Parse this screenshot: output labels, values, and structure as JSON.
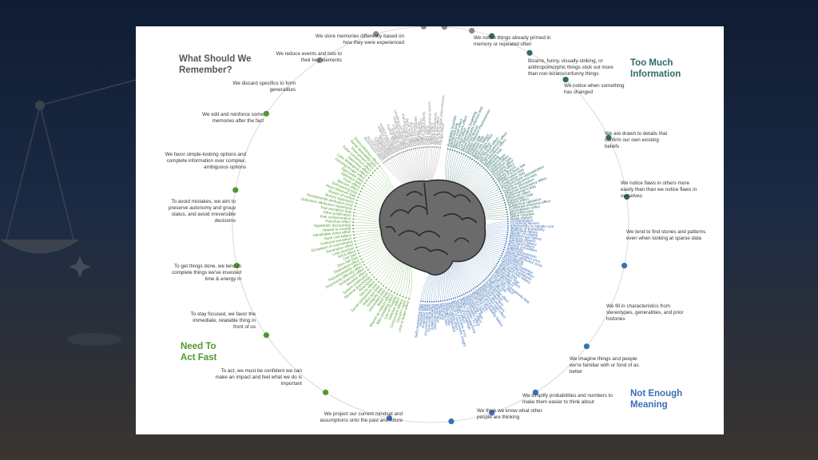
{
  "colors": {
    "remember": "#8a8a8a",
    "too_much": "#2e6b6b",
    "not_enough": "#3b6fb4",
    "act_fast": "#4f9a2e"
  },
  "quadrants": {
    "remember": "What Should We Remember?",
    "too_much": "Too Much Information",
    "not_enough": "Not Enough Meaning",
    "act_fast": "Need To Act Fast"
  },
  "categories": {
    "tm1": "We notice things already primed in memory or repeated often",
    "tm2": "Bizarre, funny, visually-striking, or anthropomorphic things stick out more than non-bizarre/unfunny things",
    "tm3": "We notice when something has changed",
    "tm4": "We are drawn to details that confirm our own existing beliefs",
    "tm5": "We notice flaws in others more easily than than we notice flaws in ourselves",
    "ne1": "We tend to find stories and patterns even when looking at sparse data",
    "ne2": "We fill in characteristics from stereotypes, generalities, and prior histories",
    "ne3": "We imagine things and people we're familiar with or fond of as better",
    "ne4": "We simplify probabilities and numbers to make them easier to think about",
    "ne5": "We think we know what other people are thinking",
    "ne6": "We project our current mindset and assumptions onto the past and future",
    "af1": "To act, we must be confident we can make an impact and feel what we do is important",
    "af2": "To stay focused, we favor the immediate, relatable thing in front of us",
    "af3": "To get things done, we tend to complete things we've invested time & energy in",
    "af4": "To avoid mistakes, we aim to preserve autonomy and group status, and avoid irreversible decisions",
    "af5": "We favor simple-looking options and complete information over complex, ambiguous options",
    "wr1": "We edit and reinforce some memories after the fact",
    "wr2": "We discard specifics to form generalities",
    "wr3": "We reduce events and lists to their key elements",
    "wr4": "We store memories differently based on how they were experienced"
  },
  "bias_samples": {
    "act_fast": [
      "Less-is-better effect",
      "Occam's razor",
      "Conjunction fallacy",
      "Delmore effect",
      "Law of Triviality",
      "Bike-shedding effect",
      "Rhyme as reason effect",
      "Belief bias",
      "Information bias",
      "Ambiguity bias",
      "Status quo bias",
      "Social comparison bias",
      "Decoy effect",
      "Reactance",
      "Reverse psychology",
      "System justification",
      "Backfire effect",
      "Endowment effect",
      "Processing difficulty effect",
      "Pseudocertainty effect",
      "Disposition effect",
      "Zero-risk bias",
      "Unit bias",
      "IKEA effect",
      "Loss aversion",
      "Generation effect",
      "Escalation of commitment",
      "Irrational escalation",
      "Sunk cost fallacy",
      "Identifiable victim effect",
      "Appeal to novelty",
      "Hyperbolic discounting",
      "Peltzman effect",
      "Risk compensation",
      "Effort justification",
      "Trait ascription bias",
      "Defensive attribution hypothesis",
      "Fundamental attribution error",
      "Illusory superiority",
      "Illusion of control",
      "Actor-observer bias",
      "Self-serving bias",
      "Barnum effect",
      "Forer effect",
      "Optimism bias",
      "Egocentric bias",
      "Dunning-Kruger effect",
      "Lake Wobegone effect",
      "Hard-easy effect",
      "False consensus effect",
      "Third-person effect",
      "Social desirability bias",
      "Overconfidence effect"
    ],
    "too_much": [
      "Availability heuristic",
      "Attentional bias",
      "Illusory truth effect",
      "Mere exposure effect",
      "Context effect",
      "Cue-dependent forgetting",
      "Mood-congruent memory bias",
      "Frequency illusion",
      "Baader-Meinhof Phenomenon",
      "Empathy gap",
      "Omission bias",
      "Base rate fallacy",
      "Bizarreness effect",
      "Humor effect",
      "Von Restorff effect",
      "Picture superiority effect",
      "Self-relevance effect",
      "Negativity bias",
      "Anchoring",
      "Conservatism",
      "Contrast effect",
      "Distinction bias",
      "Focusing effect",
      "Framing effect",
      "Money illusion",
      "Weber-Fechner law",
      "Confirmation bias",
      "Congruence bias",
      "Post-purchase rationalization",
      "Choice-supportive bias",
      "Selective perception",
      "Observer-expectancy effect",
      "Experimenter's bias",
      "Observer effect",
      "Expectation bias",
      "Ostrich effect",
      "Subjective validation",
      "Continued influence effect",
      "Semmelweis reflex",
      "Bias blind spot",
      "Naive cynicism",
      "Naive realism"
    ],
    "not_enough": [
      "Confabulation",
      "Clustering illusion",
      "Insensitivity to sample size",
      "Neglect of probability",
      "Anecdotal fallacy",
      "Illusion of validity",
      "Masked man fallacy",
      "Recency illusion",
      "Gambler's fallacy",
      "Hot-hand fallacy",
      "Illusory correlation",
      "Pareidolia",
      "Anthropomorphism",
      "Group attribution error",
      "Ultimate attribution error",
      "Stereotyping",
      "Essentialism",
      "Functional fixedness",
      "Moral credential effect",
      "Just-world hypothesis",
      "Argument from fallacy",
      "Authority bias",
      "Automation bias",
      "Bandwagon effect",
      "Placebo effect",
      "Out-group homogeneity bias",
      "Cross-race effect",
      "In-group bias",
      "Halo effect",
      "Cheerleader effect",
      "Positivity effect",
      "Not invented here",
      "Reactive devaluation",
      "Well-traveled road effect",
      "Mental accounting",
      "Appeal to probability fallacy",
      "Normalcy bias",
      "Murphy's Law",
      "Zero sum bias",
      "Survivorship bias",
      "Subadditivity effect",
      "Denomination effect",
      "Magic number 7+-2",
      "Illusion of transparency",
      "Curse of knowledge",
      "Spotlight effect",
      "Extrinsic incentive error",
      "Illusion of asymmetric insight",
      "Telescoping effect",
      "Rosy retrospection",
      "Hindsight bias",
      "Outcome bias",
      "Moral luck",
      "Declinism",
      "Impact bias",
      "Pessimism bias",
      "Planning fallacy",
      "Time-saving bias",
      "Pro-innovation bias",
      "Projection bias",
      "Restraint bias",
      "Self-consistency bias"
    ],
    "remember": [
      "Bizarreness effect",
      "Source confusion",
      "Cryptomnesia",
      "False memory",
      "Suggestibility",
      "Spacing effect",
      "Implicit stereotypes",
      "Implicit associations",
      "Prejudice",
      "Fading affect bias",
      "Negativity bias",
      "List-length effect",
      "Misinformation effect",
      "Leveling and sharpening",
      "Peak-end rule",
      "Part-list cueing effect",
      "Serial recall effect",
      "Recency effect",
      "Primacy effect",
      "Memory inhibition",
      "Modality effect",
      "Duration neglect",
      "Serial position effect",
      "Suffix effect",
      "Levels of processing effect",
      "Testing effect",
      "Absent-mindedness",
      "Next-in-line effect",
      "Tip of the tongue phenomenon",
      "Google effect"
    ]
  }
}
